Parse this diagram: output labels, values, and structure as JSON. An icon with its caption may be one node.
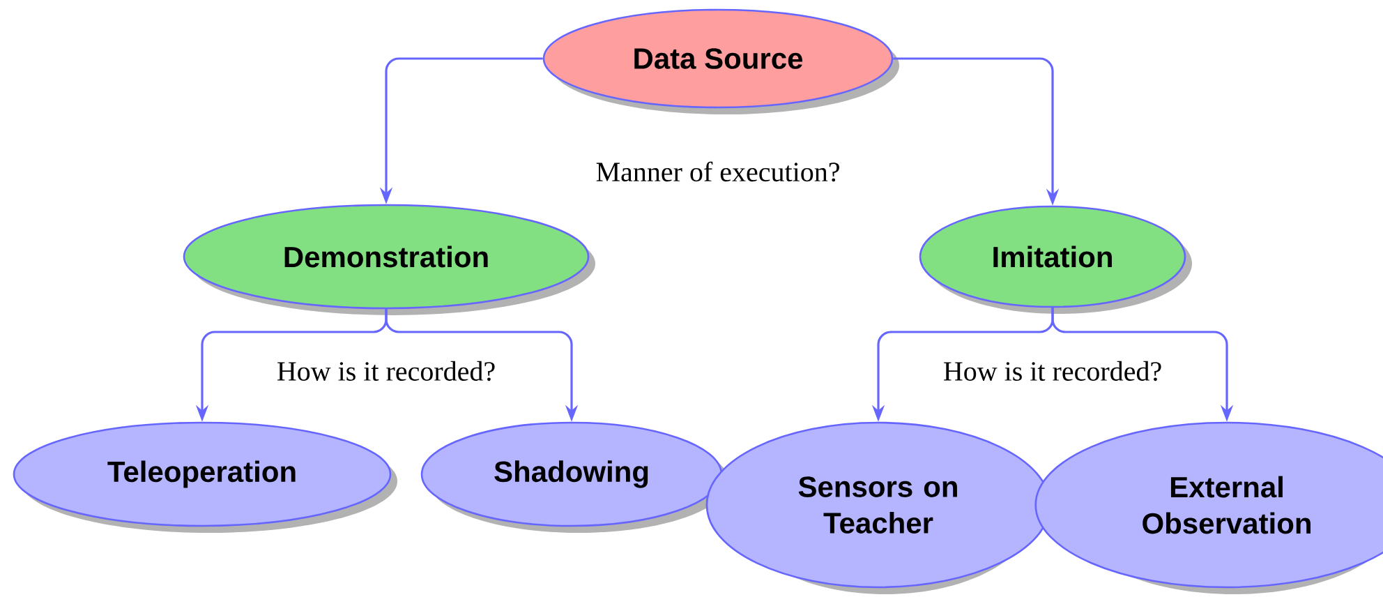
{
  "diagram": {
    "nodes": [
      {
        "text": [
          "Data Source"
        ]
      },
      {
        "text": [
          "Demonstration"
        ]
      },
      {
        "text": [
          "Imitation"
        ]
      },
      {
        "text": [
          "Teleoperation"
        ]
      },
      {
        "text": [
          "Shadowing"
        ]
      },
      {
        "text": [
          "Sensors on Teacher"
        ]
      },
      {
        "text": [
          "External Observation"
        ]
      }
    ],
    "edges": [
      {
        "from": 0,
        "to": 1,
        "arrow": "to"
      },
      {
        "from": 0,
        "to": 2,
        "arrow": "to"
      },
      {
        "from": 1,
        "to": 3,
        "arrow": "to"
      },
      {
        "from": 1,
        "to": 4,
        "arrow": "to"
      },
      {
        "from": 2,
        "to": 5,
        "arrow": "to"
      },
      {
        "from": 2,
        "to": 6,
        "arrow": "to"
      }
    ],
    "labels": [
      "Manner of execution?",
      "How is it recorded?",
      "How is it recorded?"
    ]
  }
}
